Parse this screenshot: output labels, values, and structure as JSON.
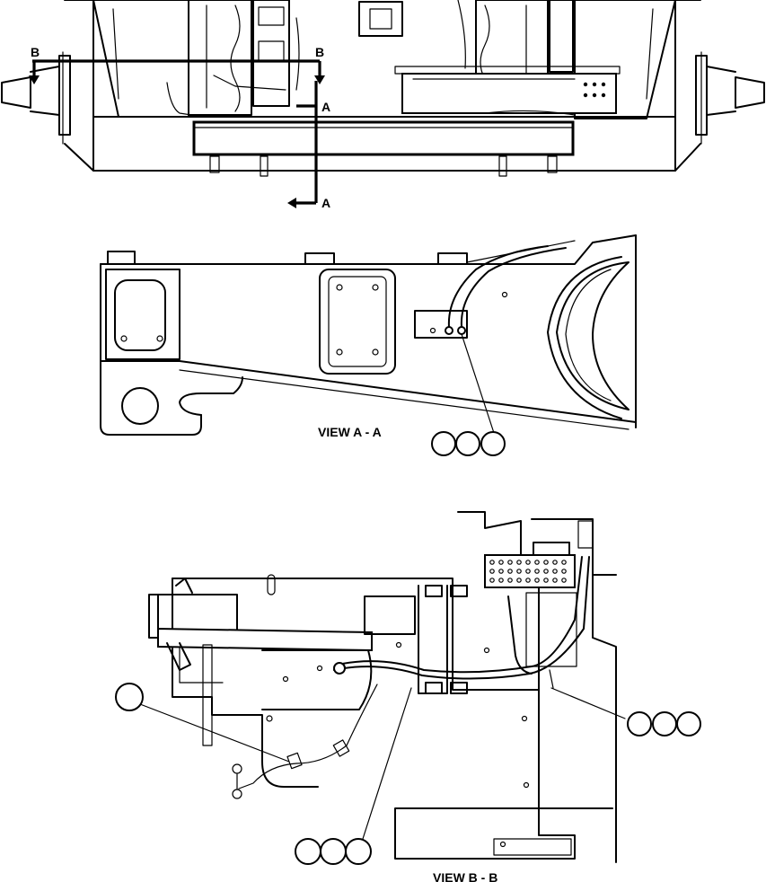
{
  "section_markers": {
    "b_left": "B",
    "b_right": "B",
    "a_top": "A",
    "a_bottom": "A"
  },
  "views": {
    "view_aa": {
      "caption": "VIEW A - A"
    },
    "view_bb": {
      "caption": "VIEW B - B"
    }
  },
  "callouts": {
    "aa_group": [
      "",
      "",
      ""
    ],
    "bb_right_group": [
      "",
      "",
      ""
    ],
    "bb_bottom_group": [
      "",
      "",
      ""
    ],
    "bb_single": [
      ""
    ]
  }
}
